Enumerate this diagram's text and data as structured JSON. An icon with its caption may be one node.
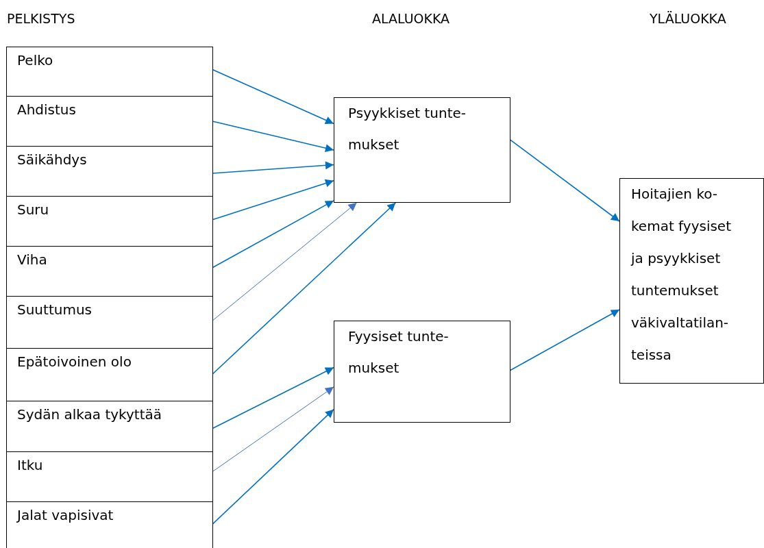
{
  "diagram": {
    "nodes": [
      {
        "text": [
          "Pelko"
        ]
      },
      {
        "text": [
          "Ahdistus"
        ]
      },
      {
        "text": [
          "Säikähdys"
        ]
      },
      {
        "text": [
          "Suru"
        ]
      },
      {
        "text": [
          "Viha"
        ]
      },
      {
        "text": [
          "Suuttumus"
        ]
      },
      {
        "text": [
          "Epätoivoinen olo"
        ]
      },
      {
        "text": [
          "Sydän alkaa tykyttää"
        ]
      },
      {
        "text": [
          "Itku"
        ]
      },
      {
        "text": [
          "Jalat vapisivat"
        ]
      },
      {
        "text": [
          "Psyykkiset tunte- mukset"
        ]
      },
      {
        "text": [
          "Fyysiset tunte- mukset"
        ]
      },
      {
        "text": [
          "Hoitajien ko- kemat fyysiset ja psyykkiset tuntemukset väkivaltatilan- teissa"
        ]
      }
    ],
    "edges": [
      {
        "from": 0,
        "to": 10,
        "arrow": "to"
      },
      {
        "from": 1,
        "to": 10,
        "arrow": "to"
      },
      {
        "from": 2,
        "to": 10,
        "arrow": "to"
      },
      {
        "from": 3,
        "to": 10,
        "arrow": "to"
      },
      {
        "from": 4,
        "to": 10,
        "arrow": "to"
      },
      {
        "from": 5,
        "to": 10,
        "arrow": "to",
        "color": "#4472c4"
      },
      {
        "from": 6,
        "to": 10,
        "arrow": "to"
      },
      {
        "from": 7,
        "to": 11,
        "arrow": "to"
      },
      {
        "from": 8,
        "to": 11,
        "arrow": "to",
        "color": "#4472c4"
      },
      {
        "from": 9,
        "to": 11,
        "arrow": "to"
      },
      {
        "from": 10,
        "to": 12,
        "arrow": "to"
      },
      {
        "from": 11,
        "to": 12,
        "arrow": "to"
      }
    ],
    "labels": [
      "PELKISTYS",
      "ALALUOKKA",
      "YLÄLUOKKA"
    ]
  }
}
